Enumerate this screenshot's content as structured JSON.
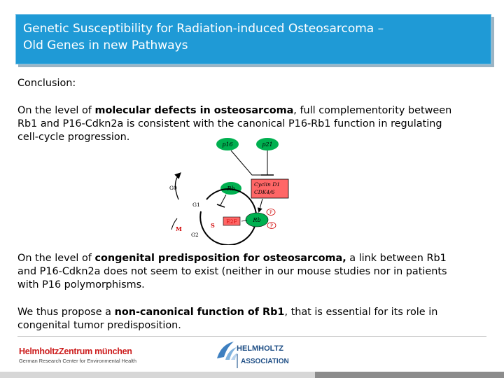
{
  "title": {
    "line1": "Genetic Susceptibility for Radiation-induced Osteosarcoma –",
    "line2": "Old Genes in new Pathways"
  },
  "conclusion_heading": "Conclusion:",
  "para1": {
    "pre": "On the level of ",
    "bold": "molecular defects in osteosarcoma",
    "post_line1": ", full complementority between",
    "line2": "Rb1 and P16-Cdkn2a is consistent with the canonical P16-Rb1 function in regulating",
    "line3": "cell-cycle progression."
  },
  "diagram": {
    "p16": "p16",
    "p21": "p21",
    "rb_top": "Rb",
    "cyclin_line1": "Cyclin D1",
    "cyclin_line2": "CDK4/6",
    "g0": "G0",
    "g1": "G1",
    "s": "S",
    "m": "M",
    "g2": "G2",
    "e2f": "E2F",
    "rb_bottom": "Rb",
    "p_label": "P",
    "colors": {
      "node_green": "#00b050",
      "box_red": "#ff6666",
      "label_red": "#d00000"
    }
  },
  "para2": {
    "pre": "On the level of ",
    "bold": "congenital predisposition for osteosarcoma,",
    "post_line1": " a link between Rb1",
    "line2": "and P16-Cdkn2a does not seem to exist (neither in our mouse studies nor in patients",
    "line3": "with P16 polymorphisms."
  },
  "para3": {
    "pre": "We thus propose a ",
    "bold": "non-canonical function of Rb1",
    "post_line1": ", that is essential for its role in",
    "line2": "congenital tumor predisposition."
  },
  "footer": {
    "hz_main": "HelmholtzZentrum münchen",
    "hz_sub": "German Research Center for Environmental Health",
    "helmholtz_line1": "HELMHOLTZ",
    "helmholtz_line2": "ASSOCIATION"
  }
}
